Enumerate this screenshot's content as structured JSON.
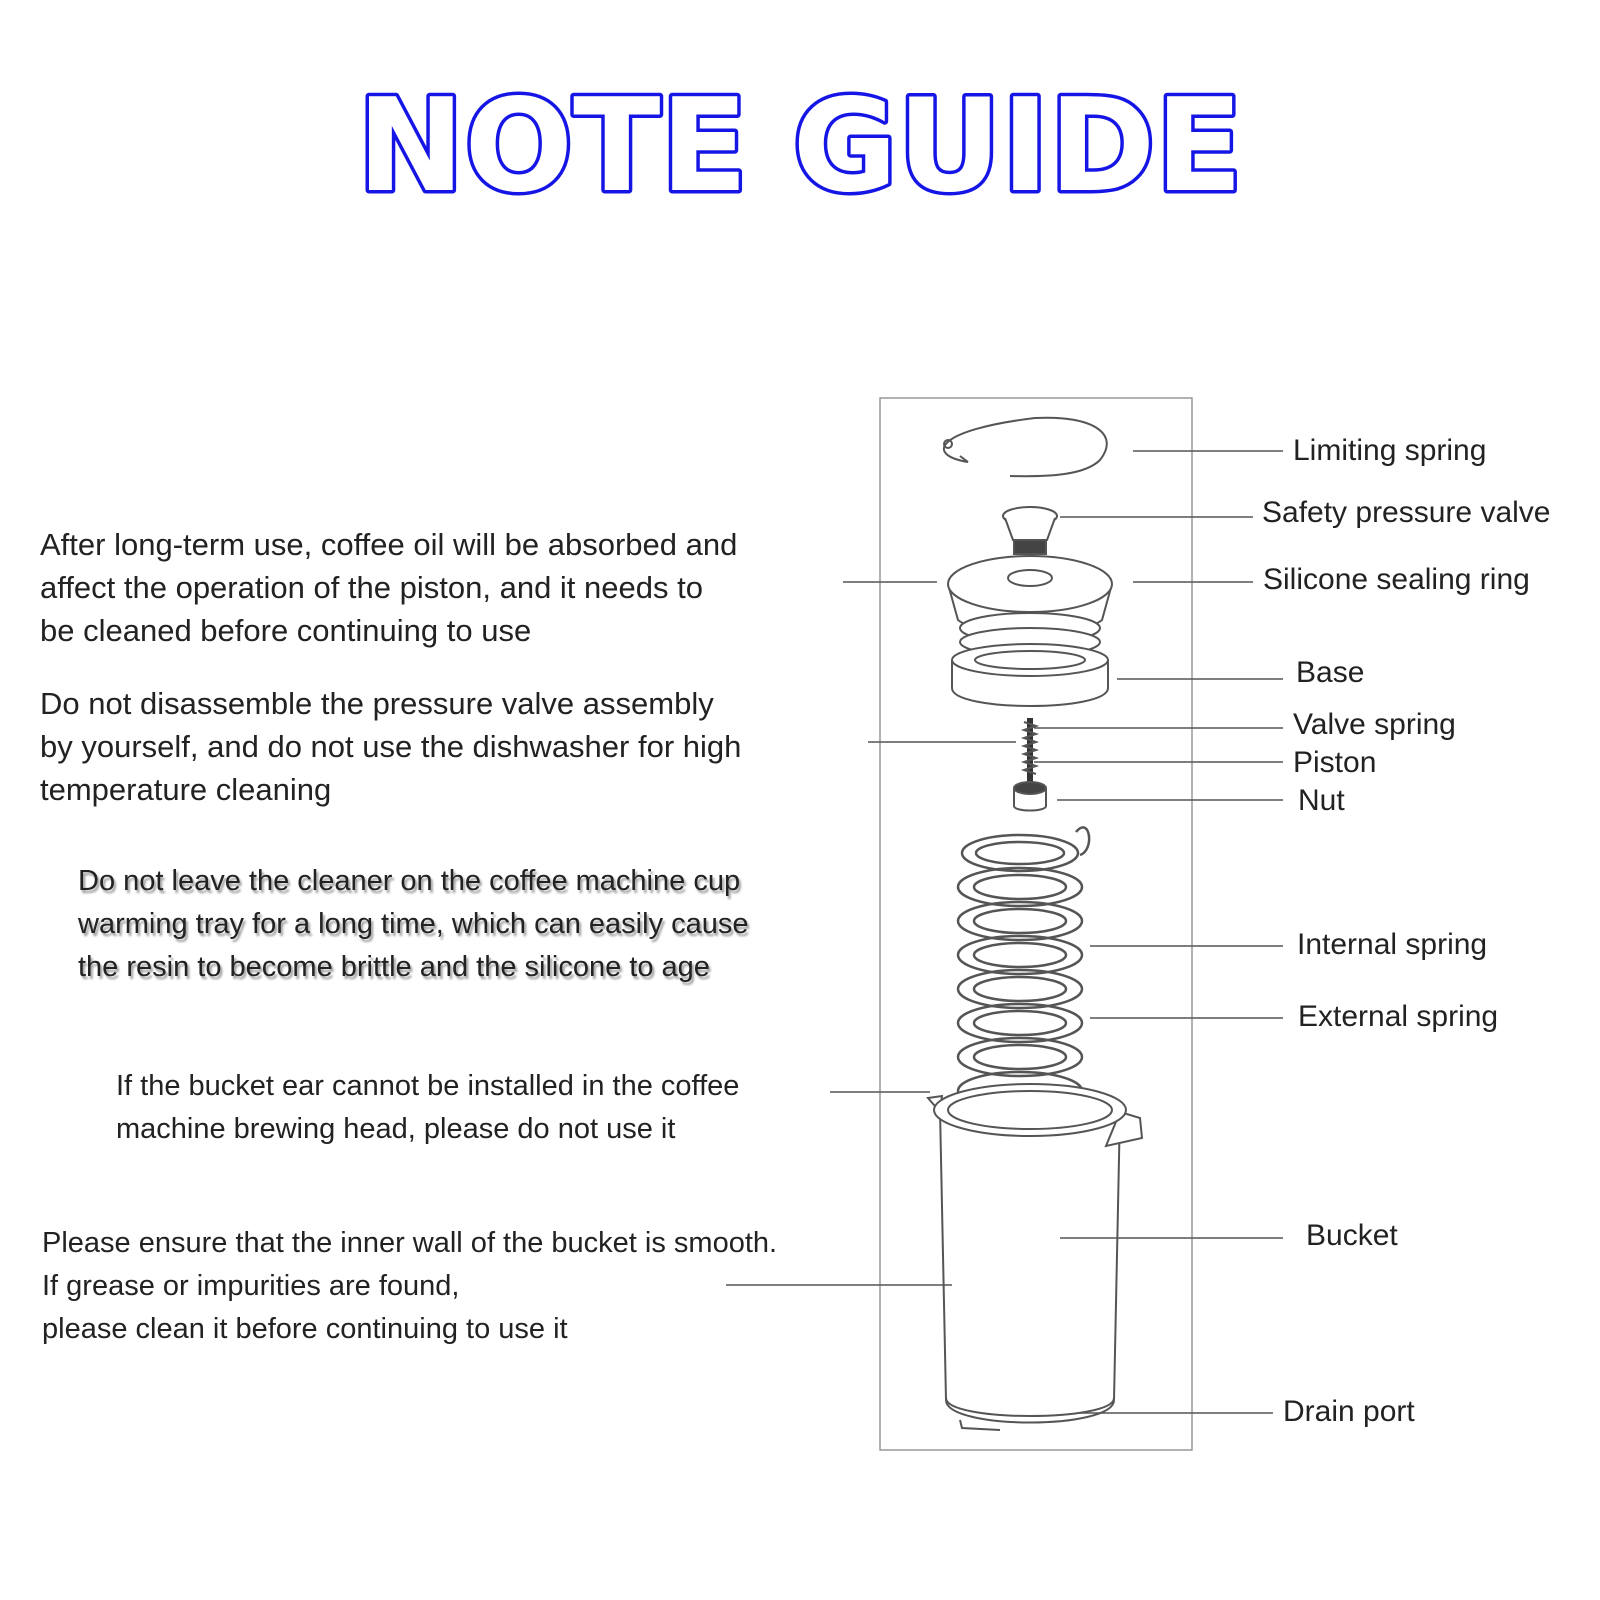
{
  "title": "NOTE GUIDE",
  "colors": {
    "title_fill": "#ffffff",
    "title_outline": "#1515e6",
    "text": "#222222",
    "line": "#555555"
  },
  "notes": [
    "After long-term use, coffee oil will be absorbed and\naffect the operation of the piston, and it needs to\nbe cleaned before continuing to use",
    "Do not disassemble the pressure valve assembly\nby yourself, and do not use the dishwasher for high\ntemperature cleaning",
    "Do not leave the cleaner on the coffee machine cup\nwarming tray for a long time, which can easily cause\nthe resin to become brittle and the silicone to age",
    "If the bucket ear cannot be installed in the coffee\nmachine brewing head, please do not use it",
    "Please ensure that the inner wall of the bucket is smooth.\nIf grease or impurities are found,\nplease clean it before continuing to use it"
  ],
  "parts": [
    "Limiting spring",
    "Safety pressure valve",
    "Silicone sealing ring",
    "Base",
    "Valve spring",
    "Piston",
    "Nut",
    "Internal spring",
    "External spring",
    "Bucket",
    "Drain port"
  ]
}
